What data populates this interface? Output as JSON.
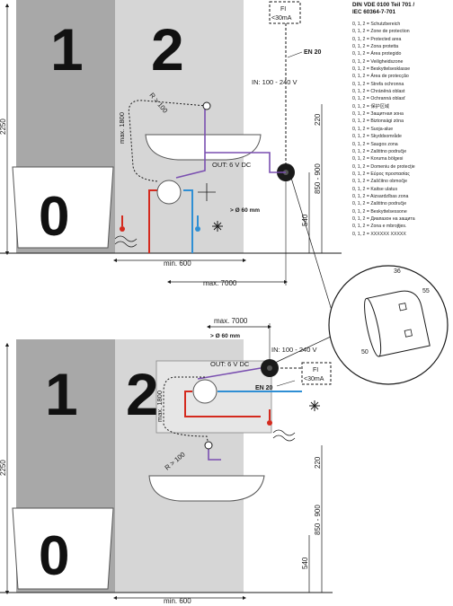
{
  "legend": {
    "header_line1": "DIN VDE 0100 Teil 701 /",
    "header_line2": "IEC 60364-7-701",
    "items": [
      "0, 1, 2 = Schutzbereich",
      "0, 1, 2 = Zone de protection",
      "0, 1, 2 = Protected area",
      "0, 1, 2 = Zona protetta",
      "0, 1, 2 = Área protegido",
      "0, 1, 2 = Veiligheidszone",
      "0, 1, 2 = Beskyttelsesklasse",
      "0, 1, 2 = Área de protecção",
      "0, 1, 2 = Strefa ochronna",
      "0, 1, 2 = Chráněná oblast",
      "0, 1, 2 = Ochranná oblasť",
      "0, 1, 2 = 保护区域",
      "0, 1, 2 = Защитная зона",
      "0, 1, 2 = Biztonsági zóna",
      "0, 1, 2 = Suoja-alue",
      "0, 1, 2 = Skyddsområde",
      "0, 1, 2 = Saugos zona",
      "0, 1, 2 = Zaštitno područje",
      "0, 1, 2 = Koruma bölgesi",
      "0, 1, 2 = Domeniu de protecţie",
      "0, 1, 2 = Εύρος προστασίας",
      "0, 1, 2 = Zaščitno območje",
      "0, 1, 2 = Kaitse ulatus",
      "0, 1, 2 = Aizsardzības zona",
      "0, 1, 2 = Zaštitno područje",
      "0, 1, 2 = Beskyttelsessone",
      "0, 1, 2 = Диапазон на защита",
      "0, 1, 2 = Zona e mbrojtjes.",
      "0, 1, 2 = ΧΧΧΧΧΧ ΧΧΧΧΧ"
    ]
  },
  "top": {
    "zone1": "1",
    "zone2": "2",
    "zone0": "0",
    "fi_line1": "FI",
    "fi_line2": "<30mA",
    "en20": "EN 20",
    "input": "IN: 100 - 240 V",
    "output": "OUT: 6 V DC",
    "radius": "R > 100",
    "max1800": "max. 1800",
    "dim220": "220",
    "dim850_900": "850 - 900",
    "dim540": "540",
    "dim2250": "2250",
    "min600": "min. 600",
    "max7000": "max. 7000",
    "diameter": "> Ø 60 mm"
  },
  "detail": {
    "dim36": "36",
    "dim55": "55",
    "dim50": "50"
  },
  "bottom": {
    "zone1": "1",
    "zone2": "2",
    "zone0": "0",
    "max7000": "max. 7000",
    "diameter": "> Ø 60 mm",
    "input": "IN: 100 - 240 V",
    "output": "OUT: 6 V DC",
    "fi_line1": "FI",
    "fi_line2": "<30mA",
    "en20": "EN 20",
    "max1800": "max. 1800",
    "radius": "R > 100",
    "dim220": "220",
    "dim850_900": "850 - 900",
    "dim540": "540",
    "dim2250": "2250",
    "min600": "min. 600"
  },
  "colors": {
    "zone_dark": "#a8a8a8",
    "zone_light": "#d6d6d6",
    "hot_pipe": "#d42a1e",
    "cold_pipe": "#2f8fd4",
    "power_line": "#7a4fb0"
  }
}
